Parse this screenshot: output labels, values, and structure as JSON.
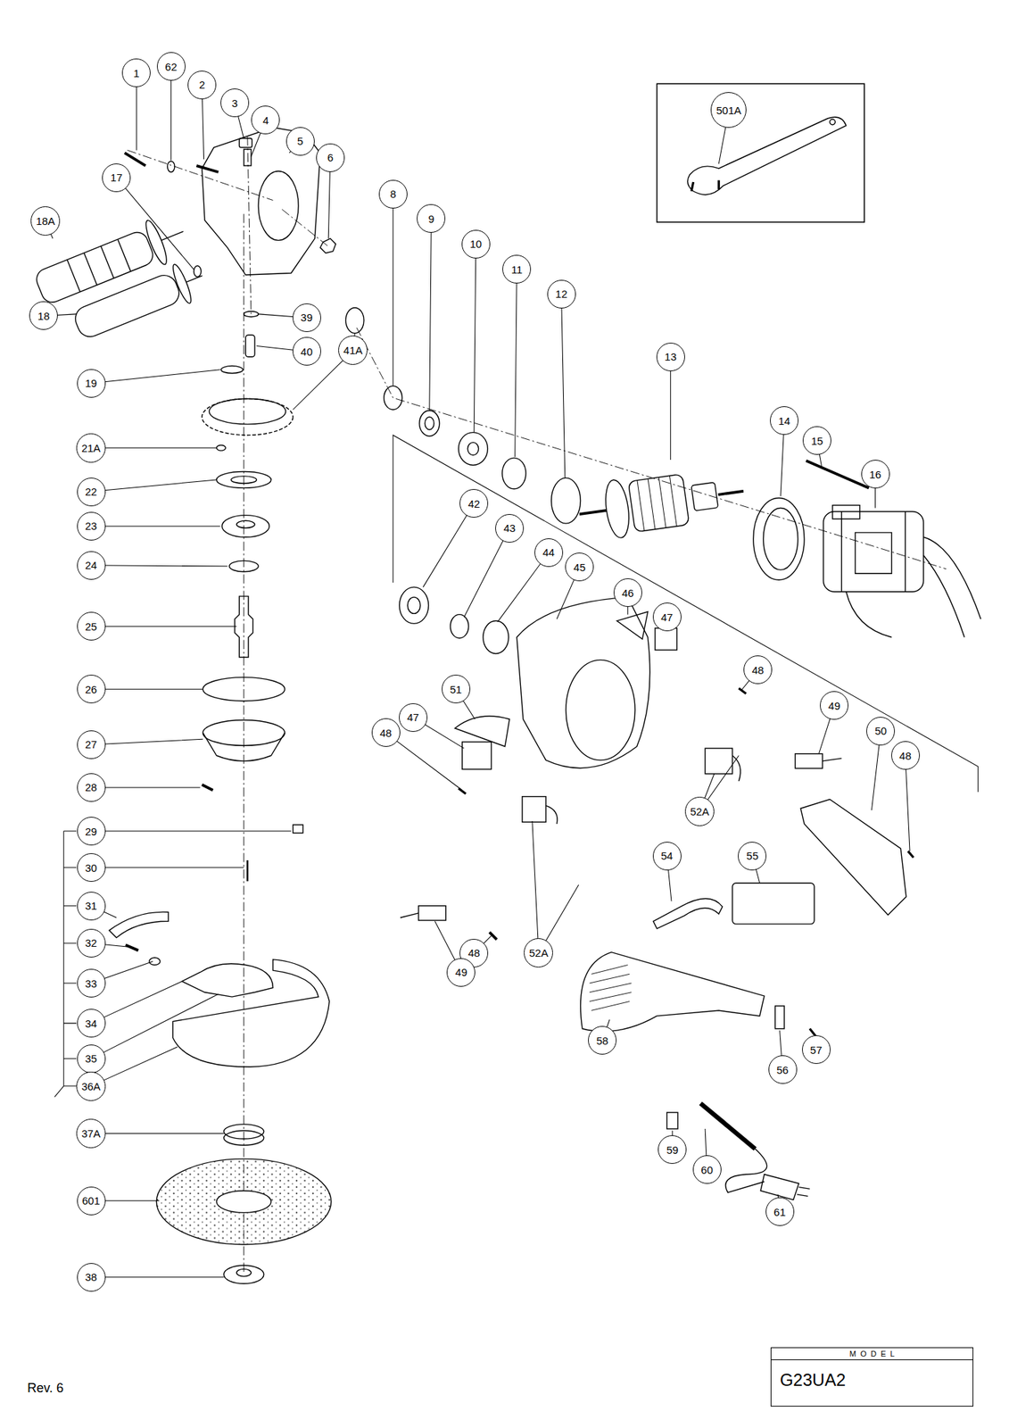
{
  "diagram": {
    "nodes": [
      {
        "text": [
          "1"
        ]
      },
      {
        "text": [
          "62"
        ]
      },
      {
        "text": [
          "2"
        ]
      },
      {
        "text": [
          "3"
        ]
      },
      {
        "text": [
          "4"
        ]
      },
      {
        "text": [
          "5"
        ]
      },
      {
        "text": [
          "6"
        ]
      },
      {
        "text": [
          "8"
        ]
      },
      {
        "text": [
          "9"
        ]
      },
      {
        "text": [
          "10"
        ]
      },
      {
        "text": [
          "11"
        ]
      },
      {
        "text": [
          "12"
        ]
      },
      {
        "text": [
          "501A"
        ]
      },
      {
        "text": [
          "17"
        ]
      },
      {
        "text": [
          "18A"
        ]
      },
      {
        "text": [
          "13"
        ]
      },
      {
        "text": [
          "14"
        ]
      },
      {
        "text": [
          "15"
        ]
      },
      {
        "text": [
          "16"
        ]
      },
      {
        "text": [
          "18"
        ]
      },
      {
        "text": [
          "39"
        ]
      },
      {
        "text": [
          "40"
        ]
      },
      {
        "text": [
          "41A"
        ]
      },
      {
        "text": [
          "19"
        ]
      },
      {
        "text": [
          "21A"
        ]
      },
      {
        "text": [
          "22"
        ]
      },
      {
        "text": [
          "23"
        ]
      },
      {
        "text": [
          "24"
        ]
      },
      {
        "text": [
          "42"
        ]
      },
      {
        "text": [
          "43"
        ]
      },
      {
        "text": [
          "44"
        ]
      },
      {
        "text": [
          "45"
        ]
      },
      {
        "text": [
          "46"
        ]
      },
      {
        "text": [
          "47"
        ]
      },
      {
        "text": [
          "25"
        ]
      },
      {
        "text": [
          "48"
        ]
      },
      {
        "text": [
          "49"
        ]
      },
      {
        "text": [
          "50"
        ]
      },
      {
        "text": [
          "48"
        ]
      },
      {
        "text": [
          "51"
        ]
      },
      {
        "text": [
          "47"
        ]
      },
      {
        "text": [
          "26"
        ]
      },
      {
        "text": [
          "48"
        ]
      },
      {
        "text": [
          "27"
        ]
      },
      {
        "text": [
          "52A"
        ]
      },
      {
        "text": [
          "28"
        ]
      },
      {
        "text": [
          "29"
        ]
      },
      {
        "text": [
          "30"
        ]
      },
      {
        "text": [
          "54"
        ]
      },
      {
        "text": [
          "55"
        ]
      },
      {
        "text": [
          "31"
        ]
      },
      {
        "text": [
          "32"
        ]
      },
      {
        "text": [
          "33"
        ]
      },
      {
        "text": [
          "48"
        ]
      },
      {
        "text": [
          "52A"
        ]
      },
      {
        "text": [
          "49"
        ]
      },
      {
        "text": [
          "34"
        ]
      },
      {
        "text": [
          "35"
        ]
      },
      {
        "text": [
          "58"
        ]
      },
      {
        "text": [
          "36A"
        ]
      },
      {
        "text": [
          "56"
        ]
      },
      {
        "text": [
          "57"
        ]
      },
      {
        "text": [
          "37A"
        ]
      },
      {
        "text": [
          "59"
        ]
      },
      {
        "text": [
          "60"
        ]
      },
      {
        "text": [
          "601"
        ]
      },
      {
        "text": [
          "61"
        ]
      },
      {
        "text": [
          "38"
        ]
      },
      {
        "text": [
          "MODEL",
          "G23UA2"
        ]
      }
    ],
    "labels": [
      "Rev. 6"
    ]
  }
}
